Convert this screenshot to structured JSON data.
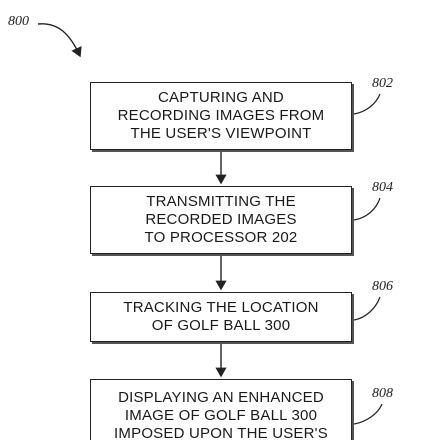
{
  "figure": {
    "number": "800"
  },
  "steps": [
    {
      "ref": "802",
      "lines": [
        "CAPTURING AND",
        "RECORDING IMAGES FROM",
        "THE USER'S VIEWPOINT"
      ]
    },
    {
      "ref": "804",
      "lines": [
        "TRANSMITTING THE",
        "RECORDED IMAGES",
        "TO PROCESSOR 202"
      ]
    },
    {
      "ref": "806",
      "lines": [
        "TRACKING THE LOCATION",
        "OF GOLF BALL 300"
      ]
    },
    {
      "ref": "808",
      "lines": [
        "DISPLAYING AN ENHANCED",
        "IMAGE OF GOLF BALL 300",
        "IMPOSED UPON THE USER'S"
      ]
    }
  ]
}
